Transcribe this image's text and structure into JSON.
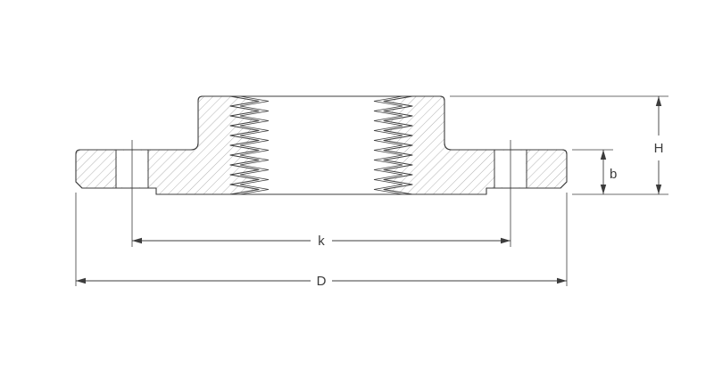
{
  "drawing": {
    "subject": "threaded flange cross-section",
    "dimension_labels": {
      "outer_diameter": "D",
      "bolt_circle": "k",
      "flange_thickness": "b",
      "overall_height": "H"
    },
    "colors": {
      "line": "#3c3c3c",
      "hatch": "#a9a9a9",
      "background": "#ffffff"
    }
  }
}
